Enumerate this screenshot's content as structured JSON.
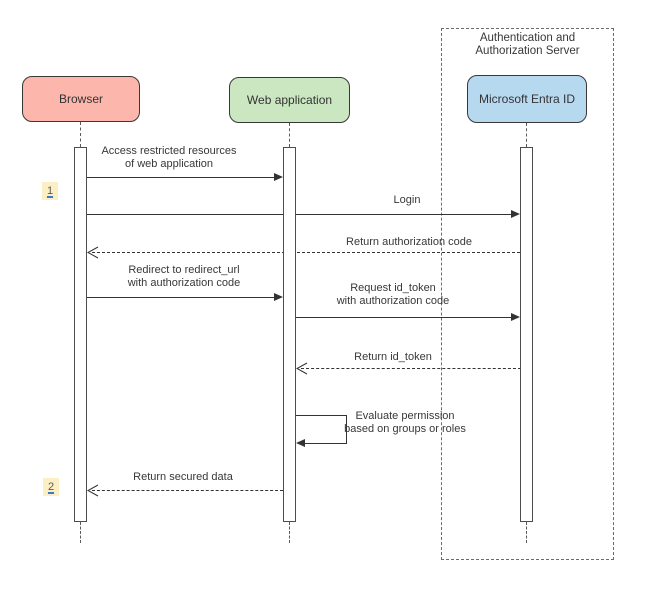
{
  "frame": {
    "title_lines": [
      "Authentication and",
      "Authorization Server"
    ]
  },
  "actors": [
    {
      "label": "Browser",
      "fill": "#FCB6AC"
    },
    {
      "label": "Web application",
      "fill": "#CBE7C1"
    },
    {
      "label": "Microsoft Entra ID",
      "fill": "#B7D9F0"
    }
  ],
  "badges": [
    {
      "label": "1"
    },
    {
      "label": "2"
    }
  ],
  "messages": [
    {
      "from": "Browser",
      "to": "Web application",
      "type": "solid",
      "lines": [
        "Access restricted resources",
        "of web application"
      ]
    },
    {
      "from": "Browser",
      "to": "Microsoft Entra ID",
      "type": "solid",
      "lines": [
        "Login"
      ]
    },
    {
      "from": "Microsoft Entra ID",
      "to": "Browser",
      "type": "dashed-return",
      "lines": [
        "Return authorization code"
      ]
    },
    {
      "from": "Browser",
      "to": "Web application",
      "type": "solid",
      "lines": [
        "Redirect to redirect_url",
        "with authorization code"
      ]
    },
    {
      "from": "Web application",
      "to": "Microsoft Entra ID",
      "type": "solid",
      "lines": [
        "Request id_token",
        "with authorization code"
      ]
    },
    {
      "from": "Microsoft Entra ID",
      "to": "Web application",
      "type": "dashed-return",
      "lines": [
        "Return id_token"
      ]
    },
    {
      "from": "Web application",
      "to": "Web application",
      "type": "self",
      "lines": [
        "Evaluate permission",
        "based on groups or roles"
      ]
    },
    {
      "from": "Web application",
      "to": "Browser",
      "type": "dashed-return",
      "lines": [
        "Return secured data"
      ]
    }
  ],
  "colors": {
    "actor_browser_fill": "#FCB6AC",
    "actor_webapp_fill": "#CBE7C1",
    "actor_entra_fill": "#B7D9F0",
    "badge_fill": "#FCEFC3",
    "badge_underline": "#3B78CE",
    "message_line": "#333333",
    "frame_border": "#6B6B6B"
  }
}
